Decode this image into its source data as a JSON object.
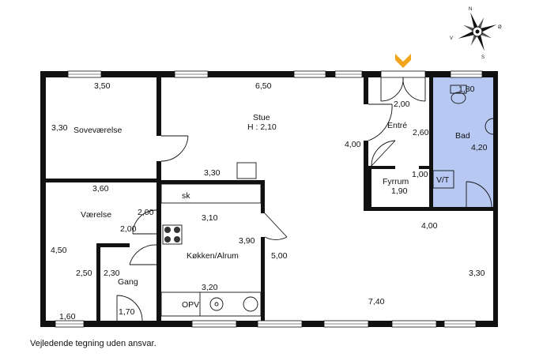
{
  "footer_note": "Vejledende tegning uden ansvar.",
  "compass": {
    "n": "N",
    "s": "S",
    "v": "V",
    "o": "Ø"
  },
  "colors": {
    "bath": "#b7c9f2",
    "walls": "#111111",
    "entrance_marker": "#f2a51a"
  },
  "rooms": {
    "sovevaerelse": "Soveværelse",
    "stue": "Stue",
    "stue_height": "H : 2,10",
    "entre": "Entré",
    "bad": "Bad",
    "fyrrum": "Fyrrum",
    "vaerelse": "Værelse",
    "koekken": "Køkken/Alrum",
    "gang": "Gang"
  },
  "fixtures": {
    "sk": "sk",
    "vt": "V/T",
    "opv": "OPV"
  },
  "dimensions": {
    "d350": "3,50",
    "d650": "6,50",
    "d180": "1,80",
    "d200_entre": "2,00",
    "d330_sove": "3,30",
    "d260": "2,60",
    "d400_entre": "4,00",
    "d420": "4,20",
    "d330_stue": "3,30",
    "d100": "1,00",
    "d190": "1,90",
    "d360": "3,60",
    "d200_vaer": "2,00",
    "d310": "3,10",
    "d200_gang": "2,00",
    "d390": "3,90",
    "d400_right": "4,00",
    "d450": "4,50",
    "d500": "5,00",
    "d250": "2,50",
    "d230": "2,30",
    "d330_right": "3,30",
    "d320": "3,20",
    "d740": "7,40",
    "d160": "1,60",
    "d170": "1,70"
  }
}
